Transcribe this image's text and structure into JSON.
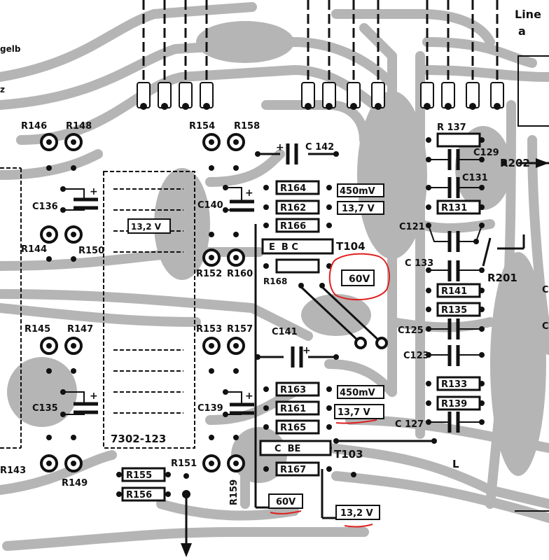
{
  "colors": {
    "copper": "#b5b5b5",
    "ink": "#111111",
    "paper": "#ffffff",
    "annotation": "#e02020"
  },
  "edge_labels": {
    "gelb": "gelb",
    "z": "z",
    "line_top": "Line",
    "line_sub": "a",
    "c_right_1": "C",
    "c_right_2": "C"
  },
  "ic_label": "7302-123",
  "resistors": {
    "R146": "R146",
    "R148": "R148",
    "R144": "R144",
    "R150": "R150",
    "R145": "R145",
    "R147": "R147",
    "R143": "R143",
    "R149": "R149",
    "R154": "R154",
    "R158": "R158",
    "R152": "R152",
    "R160": "R160",
    "R153": "R153",
    "R157": "R157",
    "R151": "R151",
    "R159": "R159",
    "R164": "R164",
    "R162": "R162",
    "R166": "R166",
    "R168": "R168",
    "R163": "R163",
    "R161": "R161",
    "R165": "R165",
    "R167": "R167",
    "R155": "R155",
    "R156": "R156",
    "R137": "R 137",
    "R131": "R131",
    "R141": "R141",
    "R135": "R135",
    "R133": "R133",
    "R139": "R139",
    "R201": "R201",
    "R202": "R202"
  },
  "capacitors": {
    "C136": "C136",
    "C135": "C135",
    "C140": "C140",
    "C139": "C139",
    "C142": "C 142",
    "C141": "C141",
    "C129": "C129",
    "C131": "C131",
    "C121": "C121",
    "C133": "C 133",
    "C125": "C125",
    "C123": "C123",
    "C127": "C 127"
  },
  "transistors": {
    "T104": "T104",
    "T104_pins": "E  B C",
    "T103": "T103",
    "T103_pins": "C  BE"
  },
  "measurements": {
    "v13_2_ic": "13,2 V",
    "v450_top": "450mV",
    "v13_7_top": "13,7 V",
    "v60_top": "60V",
    "v450_bottom": "450mV",
    "v13_7_bottom": "13,7 V",
    "v60_bottom": "60V",
    "v13_2_bottom": "13,2 V"
  },
  "net_labels": {
    "L": "L"
  }
}
